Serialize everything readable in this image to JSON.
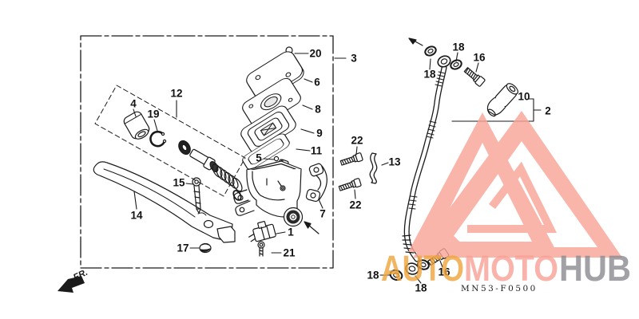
{
  "labels": {
    "l20": "20",
    "l6": "6",
    "l8": "8",
    "l9": "9",
    "l11": "11",
    "l5": "5",
    "l3": "3",
    "l12": "12",
    "l4": "4",
    "l19": "19",
    "l14": "14",
    "l15": "15",
    "l17": "17",
    "l1": "1",
    "l21": "21",
    "l7": "7",
    "l22a": "22",
    "l22b": "22",
    "l13": "13",
    "l18a": "18",
    "l18b": "18",
    "l16a": "16",
    "l10": "10",
    "l2": "2",
    "l18c": "18",
    "l18d": "18",
    "l16b": "16"
  },
  "footer": {
    "diagram_code": "MN53-F0500"
  },
  "fr_label": "FR.",
  "watermark": {
    "part1": "AUTO",
    "part2": "MOTO",
    "part3": "HUB",
    "color1": "#F0A43C",
    "color2": "#F8A195",
    "color3": "#8A8A91",
    "triangle_color": "#F8A598"
  }
}
